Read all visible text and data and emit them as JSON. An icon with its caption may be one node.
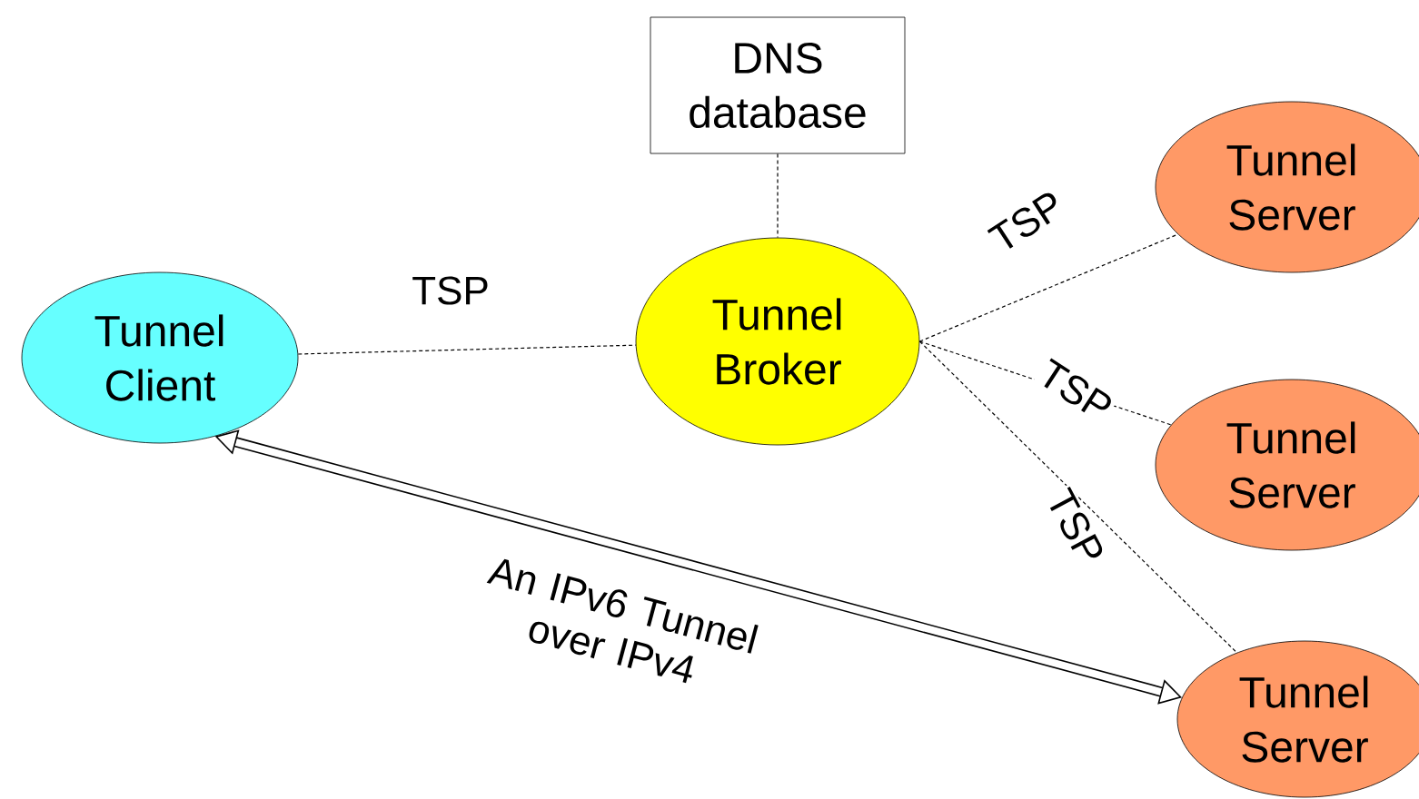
{
  "diagram": {
    "nodes": [
      {
        "text": [
          "DNS database"
        ]
      },
      {
        "text": [
          "Tunnel Client"
        ]
      },
      {
        "text": [
          "Tunnel Broker"
        ]
      },
      {
        "text": [
          "Tunnel Server"
        ]
      },
      {
        "text": [
          "Tunnel Server"
        ]
      },
      {
        "text": [
          "Tunnel Server"
        ]
      }
    ],
    "edges": [
      {
        "from": 0,
        "to": 2,
        "arrow": "none",
        "style": "dashed"
      },
      {
        "from": 1,
        "to": 2,
        "arrow": "none",
        "style": "dashed",
        "label": "TSP"
      },
      {
        "from": 2,
        "to": 3,
        "arrow": "none",
        "style": "dashed",
        "label": "TSP"
      },
      {
        "from": 2,
        "to": 4,
        "arrow": "none",
        "style": "dashed",
        "label": "TSP"
      },
      {
        "from": 2,
        "to": 5,
        "arrow": "none",
        "style": "dashed",
        "label": "TSP"
      },
      {
        "from": 1,
        "to": 5,
        "arrow": "both",
        "style": "thick",
        "label": "An IPv6 Tunnel over IPv4"
      }
    ]
  }
}
